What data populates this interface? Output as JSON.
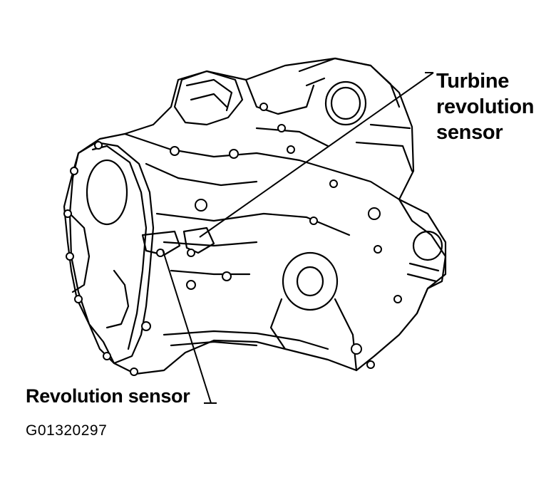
{
  "labels": {
    "turbine_sensor": [
      "Turbine",
      "revolution",
      "sensor"
    ],
    "revolution_sensor": "Revolution sensor",
    "figure_code": "G01320297"
  }
}
